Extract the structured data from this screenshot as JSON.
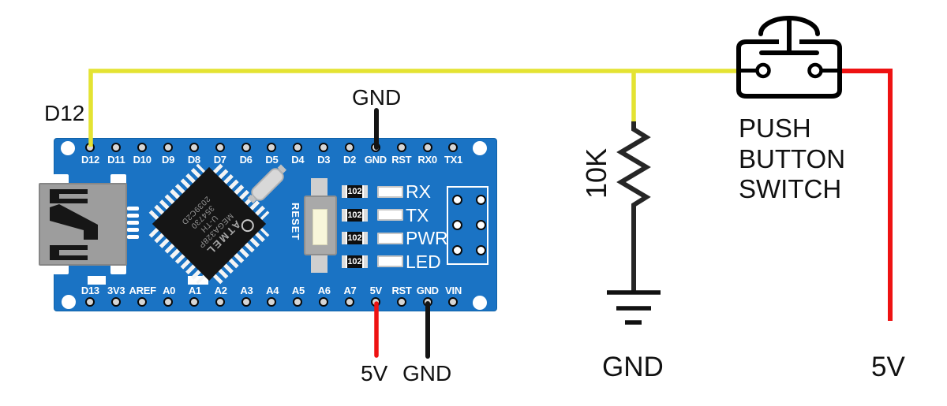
{
  "schematic": {
    "d12": "D12",
    "gnd_top": "GND",
    "v5_bottom": "5V",
    "gnd_bottom": "GND",
    "resistor_value": "10K",
    "resistor_gnd": "GND",
    "v5_right": "5V",
    "push_button": "PUSH\nBUTTON\nSWITCH"
  },
  "board": {
    "top_pins": [
      "D12",
      "D11",
      "D10",
      "D9",
      "D8",
      "D7",
      "D6",
      "D5",
      "D4",
      "D3",
      "D2",
      "GND",
      "RST",
      "RX0",
      "TX1"
    ],
    "bottom_pins": [
      "D13",
      "3V3",
      "AREF",
      "A0",
      "A1",
      "A2",
      "A3",
      "A4",
      "A5",
      "A6",
      "A7",
      "5V",
      "RST",
      "GND",
      "VIN"
    ],
    "chip": {
      "logo": "ATMEL",
      "line1": "MEGA328P",
      "line2": "U-TH",
      "line3": "354730",
      "line4": "2039C2D"
    },
    "reset_label": "RESET",
    "led_labels": [
      "RX",
      "TX",
      "PWR",
      "LED"
    ],
    "resistor_code": "102"
  },
  "colors": {
    "board_blue": "#1a73c4",
    "wire_yellow": "#e4e332",
    "wire_red": "#ee1212",
    "wire_black": "#141414"
  }
}
